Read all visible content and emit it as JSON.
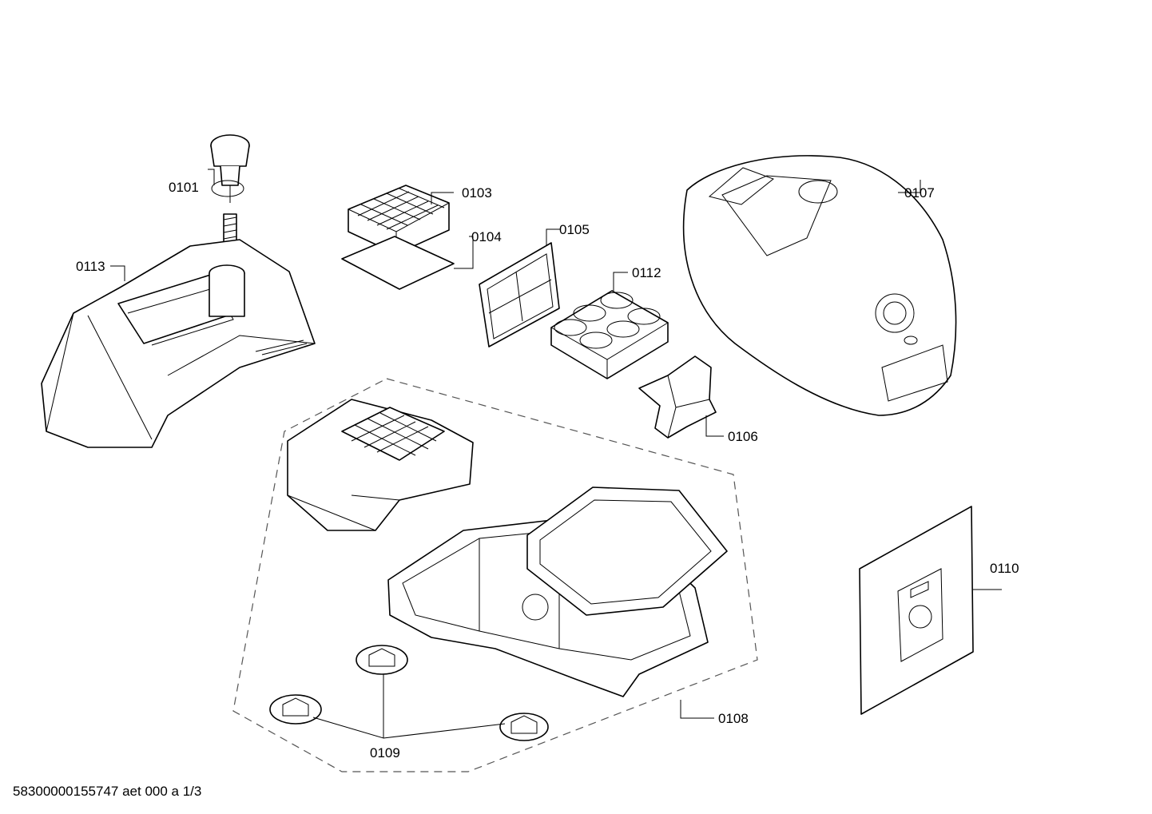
{
  "labels": {
    "p0101": "0101",
    "p0103": "0103",
    "p0104": "0104",
    "p0105": "0105",
    "p0107": "0107",
    "p0112": "0112",
    "p0113": "0113",
    "p0106": "0106",
    "p0110": "0110",
    "p0108": "0108",
    "p0109": "0109"
  },
  "footer": "58300000155747 aet 000 a 1/3"
}
